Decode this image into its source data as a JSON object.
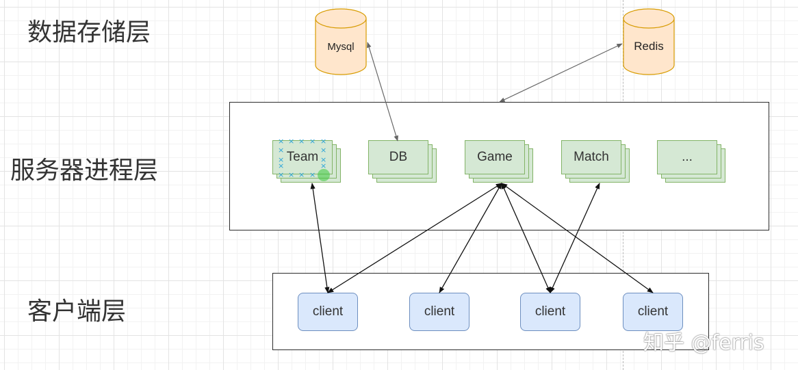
{
  "layers": {
    "data": "数据存储层",
    "server": "服务器进程层",
    "client": "客户端层"
  },
  "databases": {
    "mysql": "Mysql",
    "redis": "Redis"
  },
  "processes": [
    "Team",
    "DB",
    "Game",
    "Match",
    "..."
  ],
  "clients": [
    "client",
    "client",
    "client",
    "client"
  ],
  "watermark": "知乎 @ferris",
  "colors": {
    "db_fill": "#ffe6cc",
    "db_stroke": "#d79b00",
    "process_fill": "#d5e8d4",
    "process_stroke": "#82b366",
    "client_fill": "#dae8fc",
    "client_stroke": "#6c8ebf",
    "selection": "#29a3d9"
  }
}
